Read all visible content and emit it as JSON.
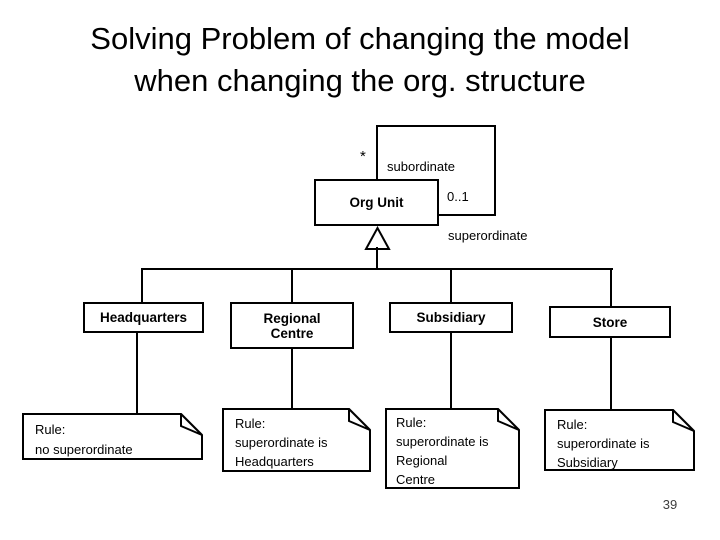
{
  "title": {
    "line1": "Solving Problem of changing the model",
    "line2": "when changing the org. structure"
  },
  "diagram": {
    "org_unit": {
      "name": "Org Unit"
    },
    "association": {
      "subordinate_multiplicity": "*",
      "subordinate_role": "subordinate",
      "superordinate_multiplicity": "0..1",
      "superordinate_role": "superordinate"
    },
    "classes": [
      {
        "lines": [
          "Headquarters"
        ]
      },
      {
        "lines": [
          "Regional",
          "Centre"
        ]
      },
      {
        "lines": [
          "Subsidiary"
        ]
      },
      {
        "lines": [
          "Store"
        ]
      }
    ],
    "notes": [
      {
        "lines": [
          "Rule:",
          "no superordinate"
        ]
      },
      {
        "lines": [
          "Rule:",
          "superordinate is",
          "Headquarters"
        ]
      },
      {
        "lines": [
          "Rule:",
          "superordinate is",
          "Regional",
          "Centre"
        ]
      },
      {
        "lines": [
          "Rule:",
          "superordinate is",
          "Subsidiary"
        ]
      }
    ]
  },
  "page_number": "39"
}
